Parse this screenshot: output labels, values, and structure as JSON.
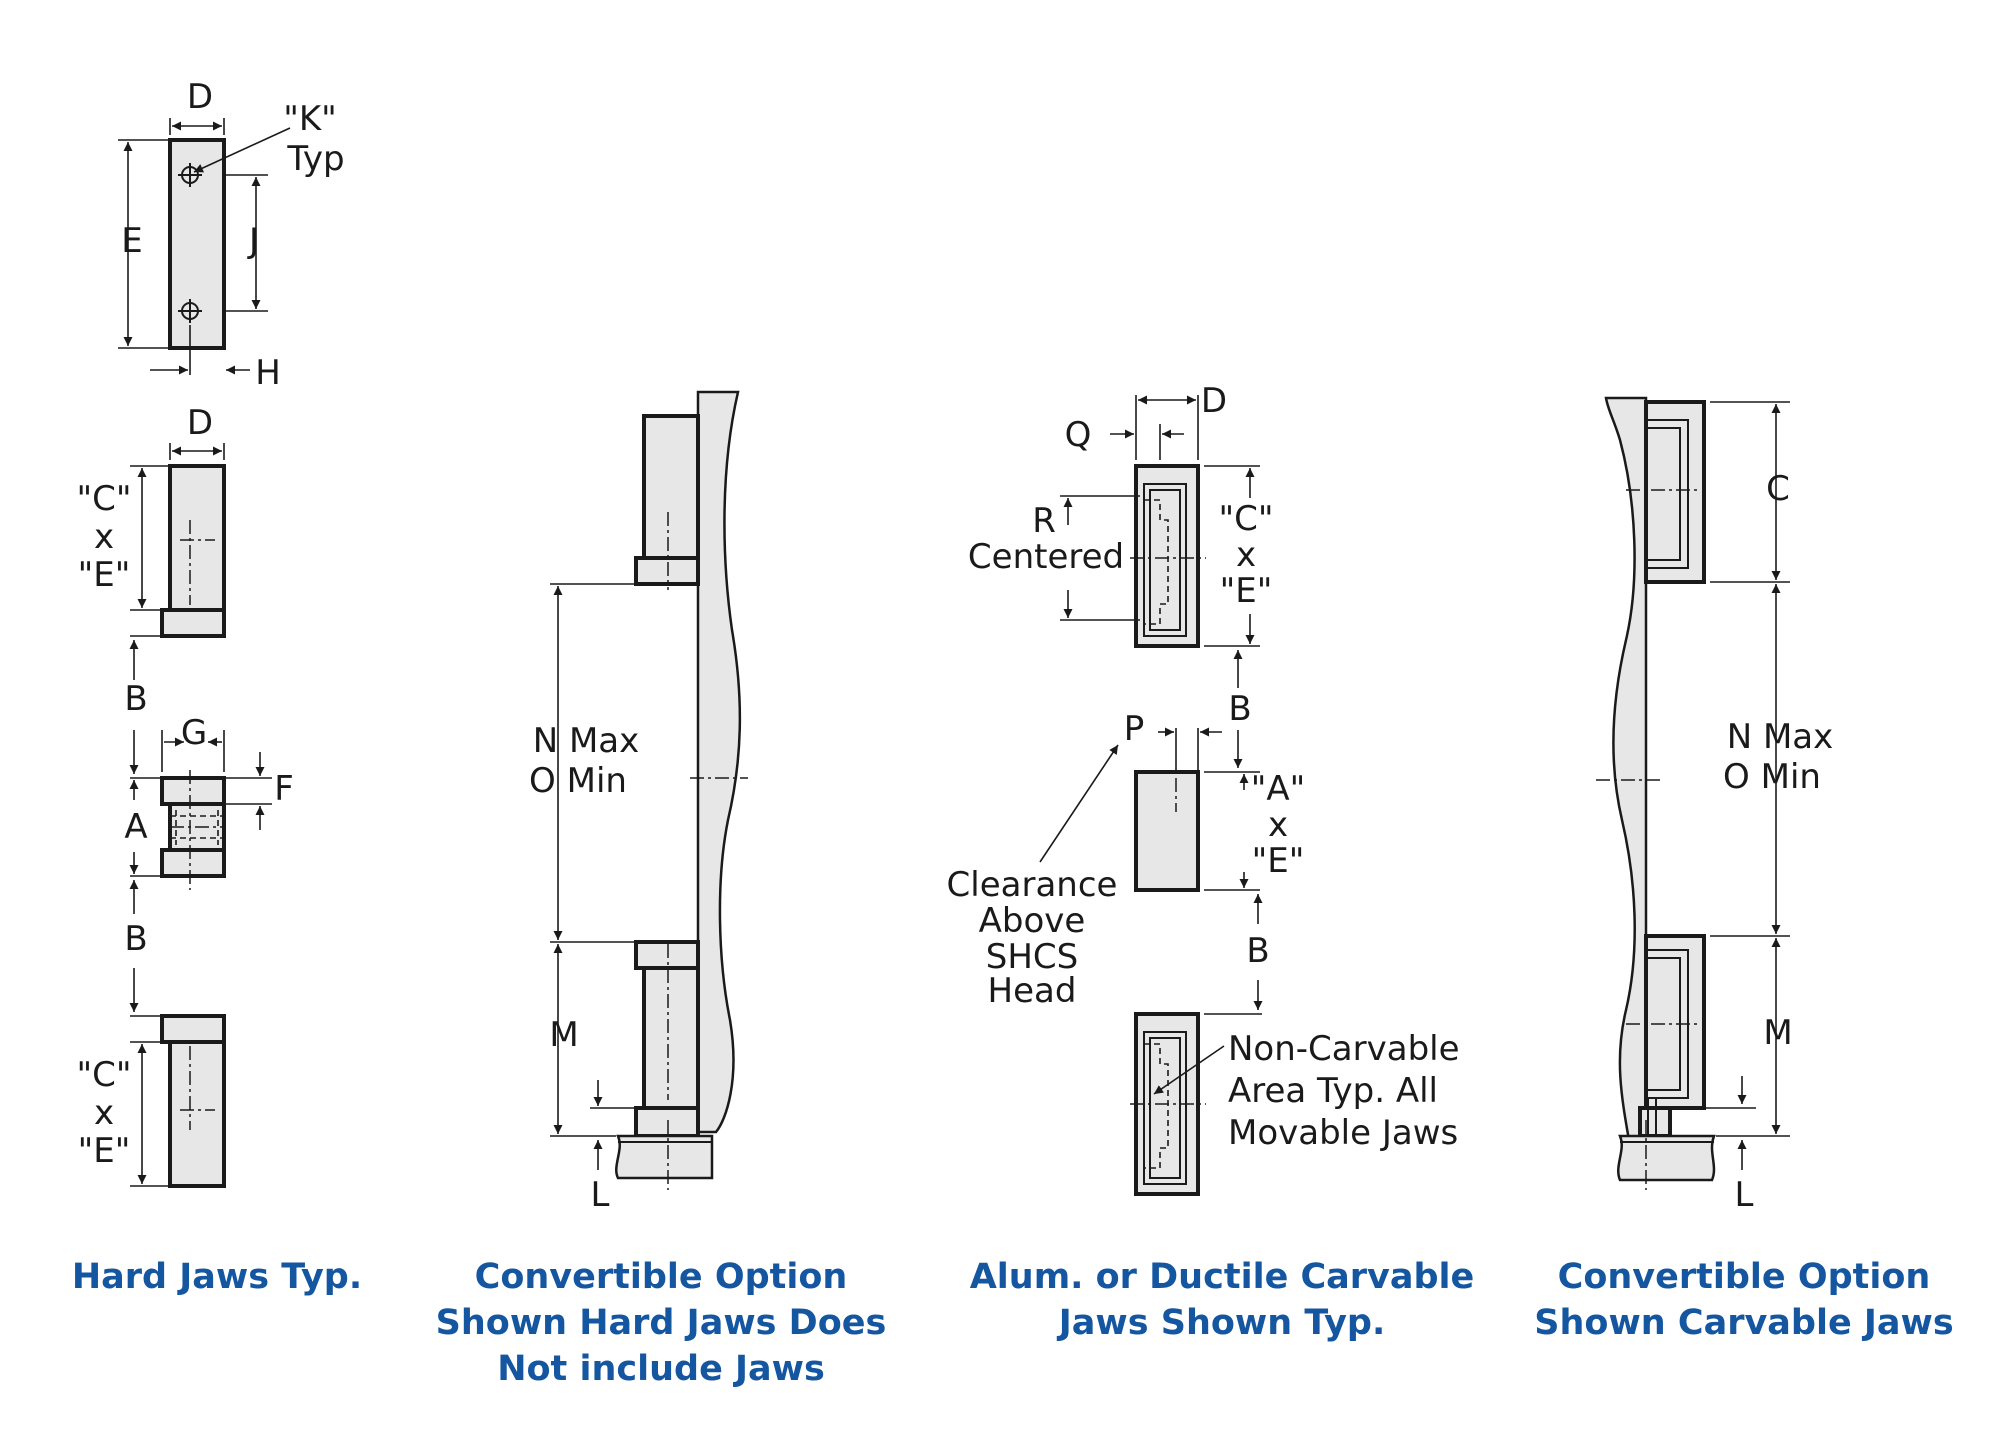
{
  "colors": {
    "caption": "#1556a0",
    "line": "#1a1a1a",
    "part_fill": "#e7e7e8",
    "background": "#ffffff"
  },
  "captions": {
    "hard_jaws": [
      "Hard Jaws Typ."
    ],
    "convertible_hard": [
      "Convertible Option",
      "Shown Hard Jaws Does",
      "Not include Jaws"
    ],
    "carvable": [
      "Alum. or Ductile Carvable",
      "Jaws Shown Typ."
    ],
    "convertible_carvable": [
      "Convertible Option",
      "Shown Carvable Jaws"
    ]
  },
  "labels": {
    "hard_jaws": {
      "d_top": "D",
      "k_line1": "\"K\"",
      "k_line2": "Typ",
      "e": "E",
      "j": "J",
      "h": "H",
      "d_mid": "D",
      "ce_c": "\"C\"",
      "ce_x": "x",
      "ce_e": "\"E\"",
      "b_upper": "B",
      "g": "G",
      "f": "F",
      "a": "A",
      "b_lower": "B",
      "ce2_c": "\"C\"",
      "ce2_x": "x",
      "ce2_e": "\"E\""
    },
    "convertible_hard": {
      "n_max": "N Max",
      "o_min": "O Min",
      "m": "M",
      "l": "L"
    },
    "carvable": {
      "d": "D",
      "q": "Q",
      "r": "R",
      "centered": "Centered",
      "c": "\"C\"",
      "x1": "x",
      "e1": "\"E\"",
      "b_upper": "B",
      "p": "P",
      "a": "\"A\"",
      "x2": "x",
      "e2": "\"E\"",
      "clearance": [
        "Clearance",
        "Above",
        "SHCS",
        "Head"
      ],
      "b_lower": "B",
      "non_carvable": [
        "Non-Carvable",
        "Area Typ. All",
        "Movable Jaws"
      ]
    },
    "convertible_carvable": {
      "c": "C",
      "n_max": "N Max",
      "o_min": "O Min",
      "m": "M",
      "l": "L"
    }
  }
}
